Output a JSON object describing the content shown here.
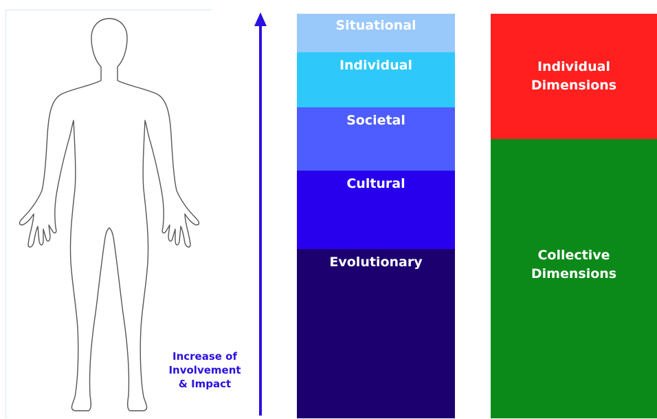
{
  "arrow_label": "Increase of\nInvolvement\n& Impact",
  "levels": [
    {
      "label": "Situational",
      "color": "#99c8fb"
    },
    {
      "label": "Individual",
      "color": "#2fc8fb"
    },
    {
      "label": "Societal",
      "color": "#4d5dff"
    },
    {
      "label": "Cultural",
      "color": "#2800ee"
    },
    {
      "label": "Evolutionary",
      "color": "#1c0070"
    }
  ],
  "dimensions": [
    {
      "label": "Individual\nDimensions",
      "color": "#ff1f1f"
    },
    {
      "label": "Collective\nDimensions",
      "color": "#0b8a19"
    }
  ],
  "colors": {
    "arrow": "#2b11e0",
    "figure_outline": "#555555",
    "panel_border": "#cfe8f3"
  }
}
